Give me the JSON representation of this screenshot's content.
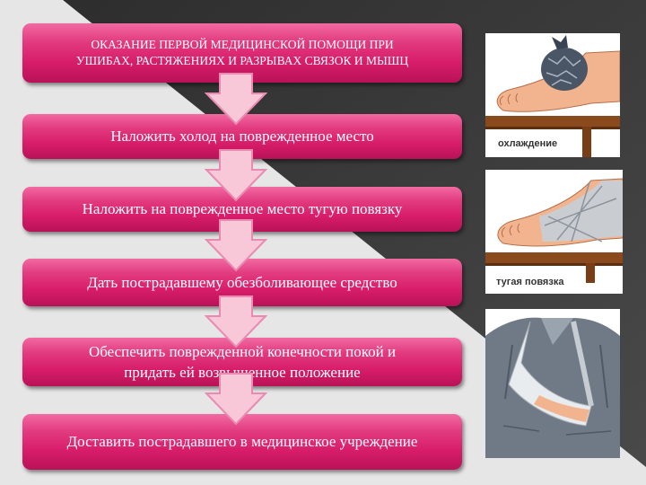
{
  "steps": [
    {
      "lines": [
        "ОКАЗАНИЕ  ПЕРВОЙ  МЕДИЦИНСКОЙ ПОМОЩИ ПРИ",
        "УШИБАХ, РАСТЯЖЕНИЯХ И РАЗРЫВАХ СВЯЗОК И МЫШЦ"
      ]
    },
    {
      "lines": [
        "Наложить холод на поврежденное место"
      ]
    },
    {
      "lines": [
        "Наложить  на поврежденное место тугую повязку"
      ]
    },
    {
      "lines": [
        "Дать пострадавшему обезболивающее средство"
      ]
    },
    {
      "lines": [
        "Обеспечить поврежденной конечности покой и",
        "придать ей возвышенное положение"
      ]
    },
    {
      "lines": [
        "Доставить пострадавшего в медицинское учреждение"
      ]
    }
  ],
  "illustrations": [
    {
      "caption": "охлаждение"
    },
    {
      "caption": "тугая повязка"
    },
    {
      "caption": ""
    }
  ],
  "colors": {
    "box_pink": "#d81d6a",
    "arrow_fill": "#f9c8d8",
    "background_dark": "#3a3a3a",
    "background_light": "#e6e6e6"
  }
}
